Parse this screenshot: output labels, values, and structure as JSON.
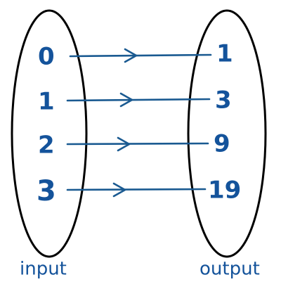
{
  "diagram": {
    "input_label": "input",
    "output_label": "output",
    "colors": {
      "ink": "#14539b",
      "outline": "#000000"
    },
    "pairs": [
      {
        "input": "0",
        "output": "1"
      },
      {
        "input": "1",
        "output": "3"
      },
      {
        "input": "2",
        "output": "9"
      },
      {
        "input": "3",
        "output": "19"
      }
    ]
  }
}
